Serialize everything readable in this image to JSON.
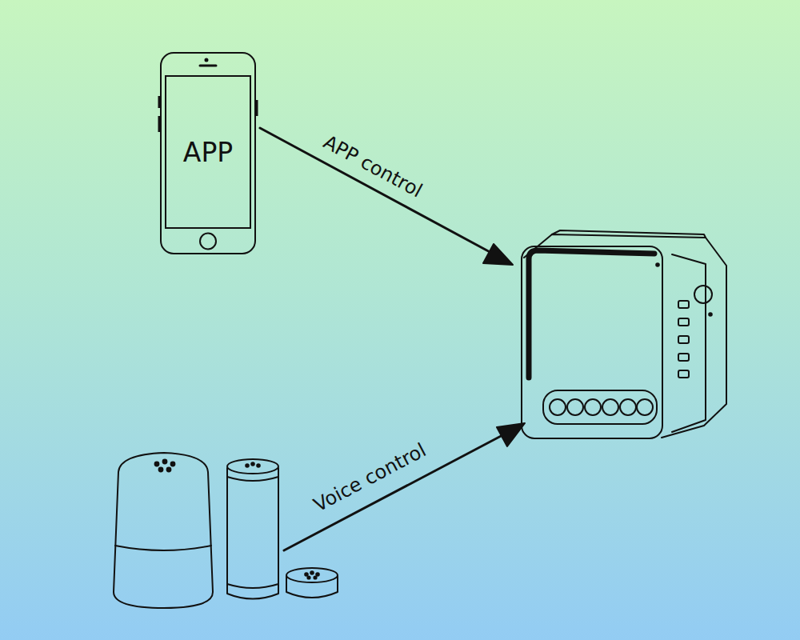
{
  "diagram": {
    "nodes": [
      {
        "text": [
          "APP"
        ]
      }
    ],
    "labels": [
      "APP control",
      "Voice control"
    ]
  }
}
